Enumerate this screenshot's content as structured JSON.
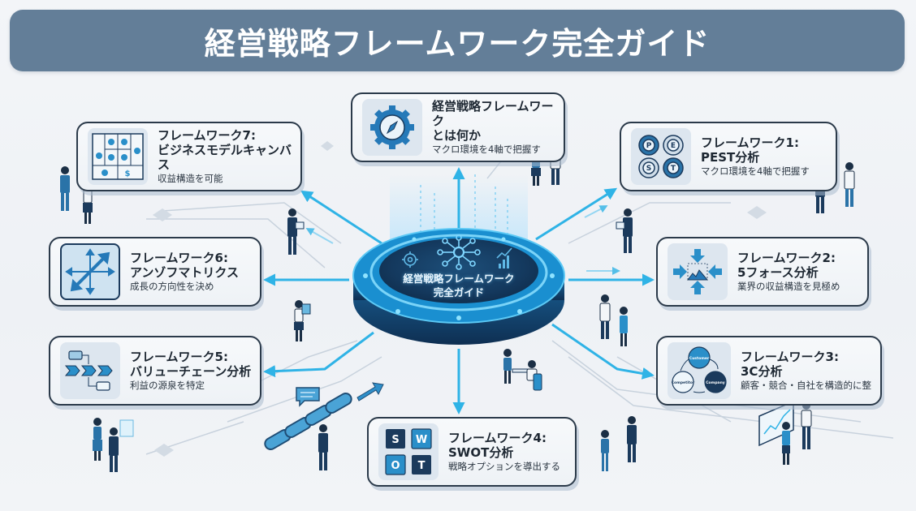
{
  "banner": {
    "title": "経営戦略フレームワーク完全ガイド"
  },
  "hub": {
    "line1": "経営戦略フレームワーク",
    "line2": "完全ガイド",
    "icons": [
      "gear-icon",
      "network-icon",
      "bar-chart-icon"
    ]
  },
  "colors": {
    "banner": "#637e98",
    "accent_cyan": "#2fb3e6",
    "navy": "#1b3a5c",
    "card_border": "#2b3a4a"
  },
  "cards": {
    "intro": {
      "title": "経営戦略フレームワーク",
      "subtitle": "とは何か",
      "desc": "マクロ環境を4軸で把握す",
      "icon": "compass-gear-icon"
    },
    "fw1": {
      "title": "フレームワーク1:",
      "subtitle": "PEST分析",
      "desc": "マクロ環境を4軸で把握す",
      "icon": "pest-gears-icon",
      "letters": [
        "P",
        "E",
        "S",
        "T"
      ]
    },
    "fw2": {
      "title": "フレームワーク2:",
      "subtitle": "5フォース分析",
      "desc": "業界の収益構造を見極め",
      "icon": "five-forces-icon"
    },
    "fw3": {
      "title": "フレームワーク3:",
      "subtitle": "3C分析",
      "desc": "顧客・競合・自社を構造的に整",
      "icon": "3c-cycle-icon",
      "circles": [
        "Customer",
        "Company",
        "Competitor"
      ]
    },
    "fw4": {
      "title": "フレームワーク4:",
      "subtitle": "SWOT分析",
      "desc": "戦略オプションを導出する",
      "icon": "swot-grid-icon",
      "letters": [
        "S",
        "W",
        "O",
        "T"
      ]
    },
    "fw5": {
      "title": "フレームワーク5:",
      "subtitle": "バリューチェーン分析",
      "desc": "利益の源泉を特定",
      "icon": "value-chain-icon"
    },
    "fw6": {
      "title": "フレームワーク6:",
      "subtitle": "アンゾフマトリクス",
      "desc": "成長の方向性を決め",
      "icon": "ansoff-matrix-icon"
    },
    "fw7": {
      "title": "フレームワーク7:",
      "subtitle": "ビジネスモデルキャンバス",
      "desc": "収益構造を可能",
      "icon": "business-canvas-icon",
      "canvas_symbols": [
        "$"
      ]
    }
  }
}
